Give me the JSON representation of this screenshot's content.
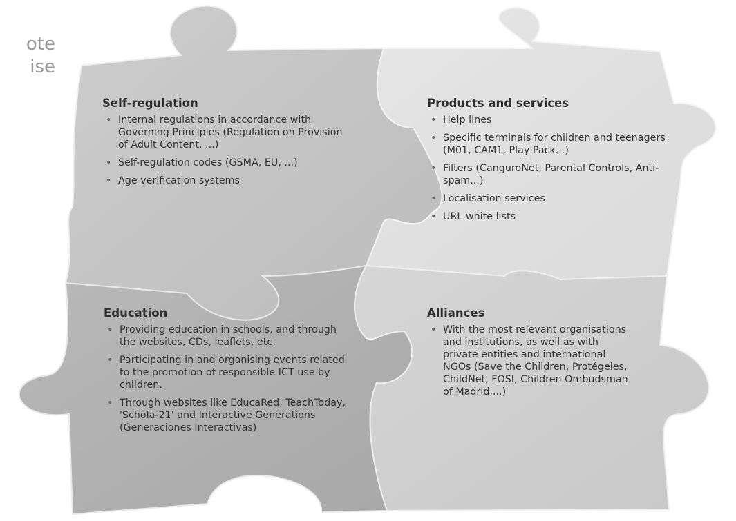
{
  "side_text": [
    "ote",
    "ise"
  ],
  "panels": {
    "top_left": {
      "title": "Self-regulation",
      "items": [
        "Internal regulations in accordance with Governing Principles (Regulation on Provision of Adult Content, ...)",
        "Self-regulation codes (GSMA, EU, ...)",
        "Age verification systems"
      ]
    },
    "top_right": {
      "title": "Products and services",
      "items": [
        "Help lines",
        "Specific terminals for children and teenagers (M01, CAM1, Play Pack...)",
        "Filters (CanguroNet, Parental Controls, Anti-spam...)",
        "Localisation services",
        "URL white lists"
      ]
    },
    "bottom_left": {
      "title": "Education",
      "items": [
        "Providing education in schools, and through the websites, CDs, leaflets, etc.",
        "Participating in and organising events related to the promotion of responsible ICT use by children.",
        "Through websites like EducaRed, TeachToday, 'Schola-21' and Interactive Generations (Generaciones Interactivas)"
      ]
    },
    "bottom_right": {
      "title": "Alliances",
      "items": [
        "With the most relevant organisations and institutions, as well as with private entities and international NGOs (Save the Children, Protégeles, ChildNet, FOSI, Children Ombudsman of Madrid,...)"
      ]
    }
  },
  "bullet_glyph": "•",
  "colors": {
    "piece_top_left": "#c6c6c6",
    "piece_top_right": "#e3e3e3",
    "piece_bottom_left": "#b2b2b2",
    "piece_bottom_right": "#cfcfcf",
    "side_text": "#9a9a9a"
  }
}
